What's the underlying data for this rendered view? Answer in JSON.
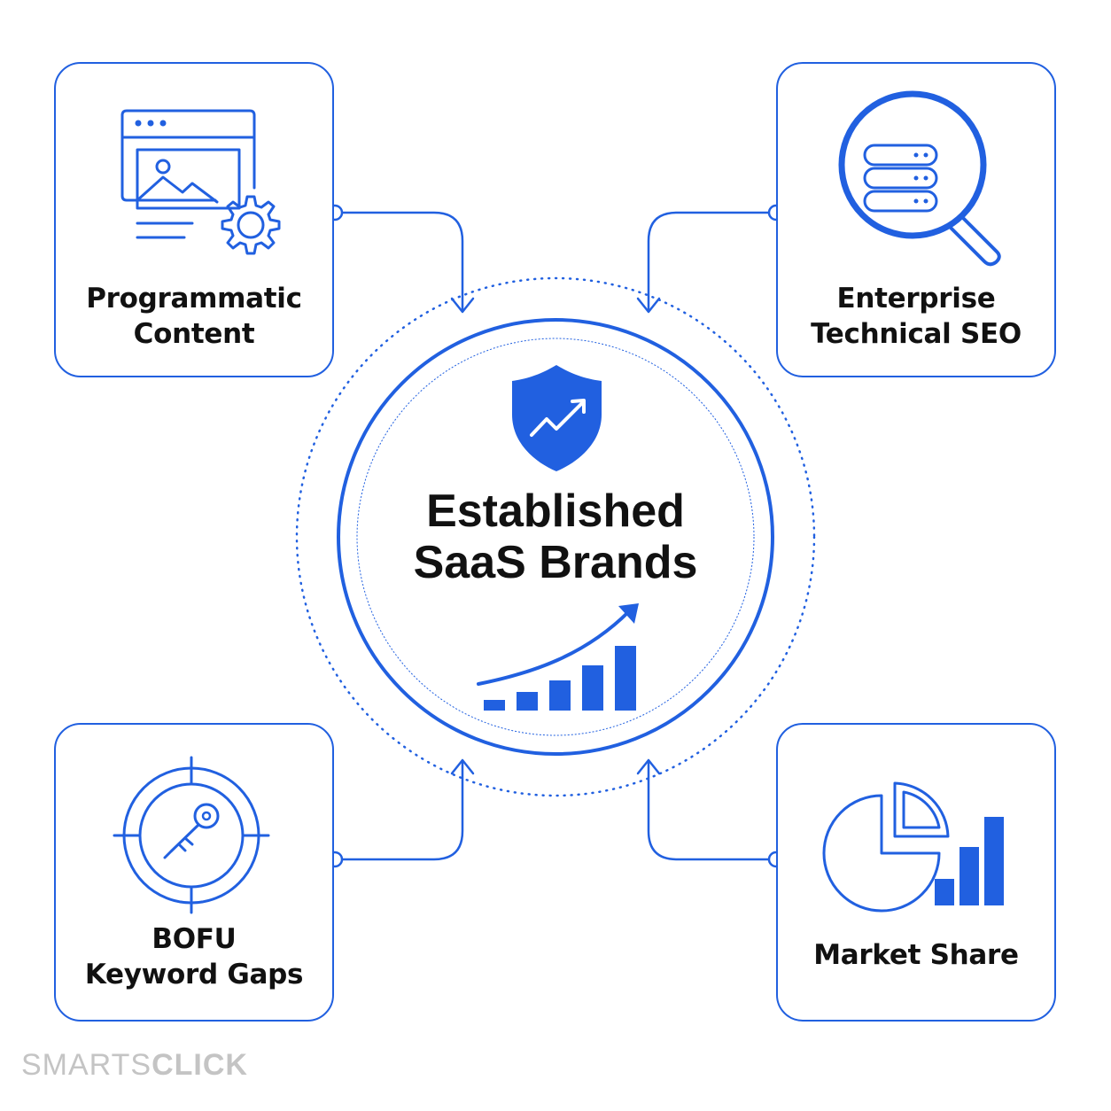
{
  "center": {
    "title_line1": "Established",
    "title_line2": "SaaS Brands"
  },
  "cards": {
    "programmatic_content": {
      "line1": "Programmatic",
      "line2": "Content",
      "icon": "webpage-settings-icon"
    },
    "enterprise_seo": {
      "line1": "Enterprise",
      "line2": "Technical SEO",
      "icon": "server-search-icon"
    },
    "bofu_keyword_gaps": {
      "line1": "BOFU",
      "line2": "Keyword Gaps",
      "icon": "target-key-icon"
    },
    "market_share": {
      "line1": "Market Share",
      "icon": "pie-bar-chart-icon"
    }
  },
  "watermark": {
    "light": "SMARTS",
    "bold": "CLICK"
  },
  "colors": {
    "accent": "#2160e0",
    "text": "#111111",
    "watermark": "#c4c4c4"
  }
}
